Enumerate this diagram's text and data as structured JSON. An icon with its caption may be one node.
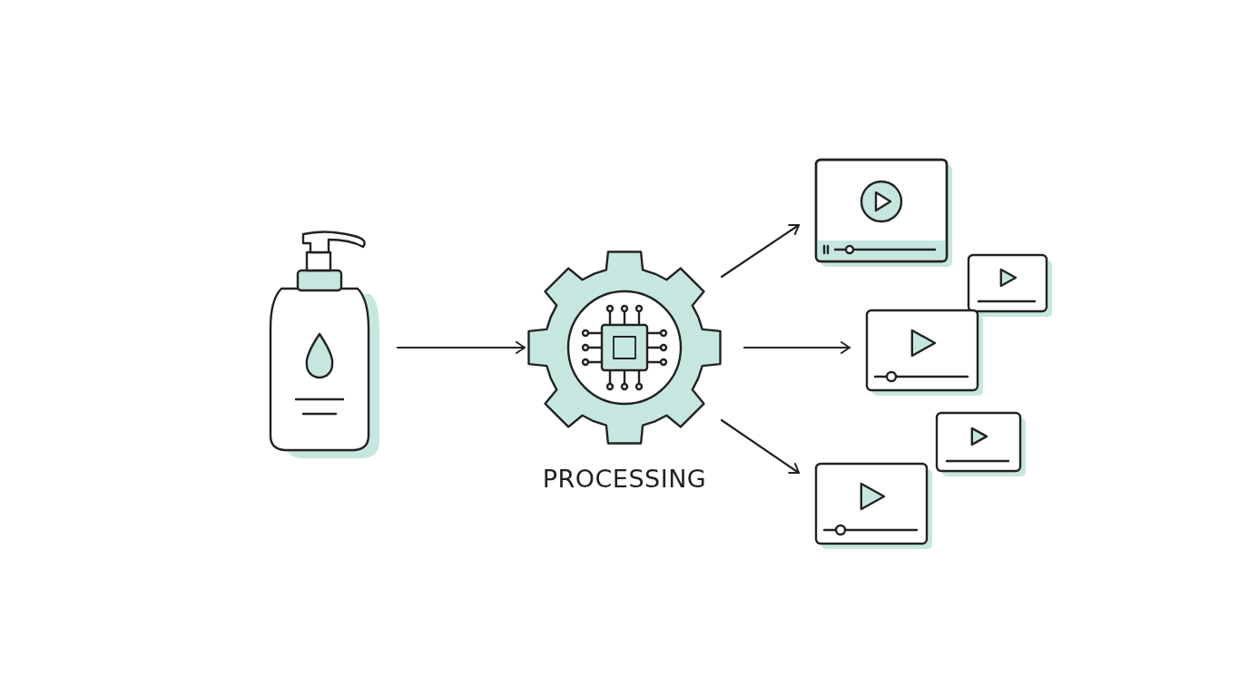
{
  "diagram": {
    "nodes": [
      {
        "text": [],
        "shape": "picture"
      },
      {
        "text": [
          "PROCESSING"
        ]
      },
      {
        "text": [],
        "shape": "picture"
      },
      {
        "text": [],
        "shape": "picture"
      },
      {
        "text": [],
        "shape": "picture"
      },
      {
        "text": [],
        "shape": "picture"
      },
      {
        "text": [],
        "shape": "picture"
      }
    ],
    "edges": [
      {
        "from": 0,
        "to": 1,
        "arrow": "to"
      },
      {
        "from": 1,
        "to": 2,
        "arrow": "to"
      },
      {
        "from": 1,
        "to": 4,
        "arrow": "to"
      },
      {
        "from": 1,
        "to": 6,
        "arrow": "to"
      }
    ]
  }
}
